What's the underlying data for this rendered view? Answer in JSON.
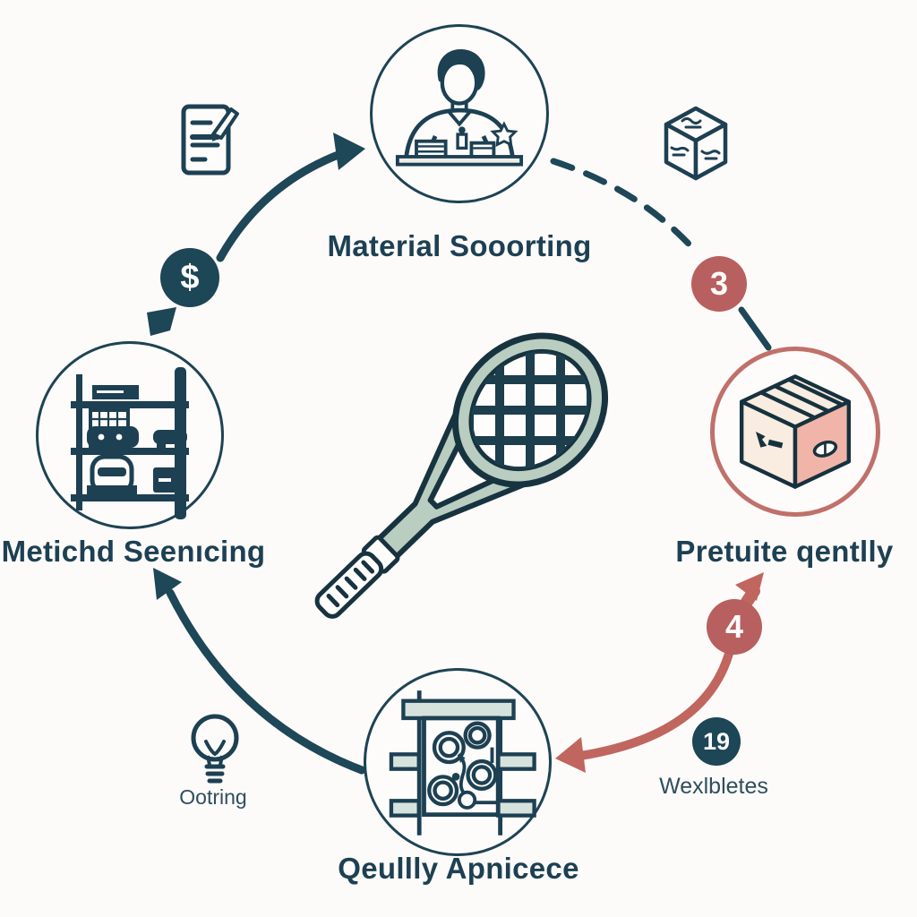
{
  "diagram": {
    "type": "circular-process",
    "center_illustration": "tennis-racket",
    "nodes": [
      {
        "label": "Material Sooorting",
        "icon": "person-sorting-desk-icon",
        "position": "top"
      },
      {
        "label": "Pretuite qentlly",
        "icon": "shipping-box-icon",
        "position": "right"
      },
      {
        "label": "Qeullly Apnicece",
        "icon": "stringing-machine-icon",
        "position": "bottom"
      },
      {
        "label": "Metichd Seenıcing",
        "icon": "storage-shelf-icon",
        "position": "left"
      }
    ],
    "badges": [
      {
        "text": "$",
        "style": "dark"
      },
      {
        "text": "3",
        "style": "red"
      },
      {
        "text": "4",
        "style": "red"
      },
      {
        "text": "19",
        "style": "dark"
      }
    ],
    "captions": [
      {
        "text": "Ootring"
      },
      {
        "text": "Wexlbletes"
      }
    ],
    "decor_icons": [
      "document-pencil-icon",
      "package-cube-icon",
      "lightbulb-icon"
    ],
    "colors": {
      "dark_teal": "#1d4656",
      "text": "#1d4053",
      "red_badge": "#b85f5f",
      "red_arrow": "#c0665f",
      "red_ring": "#c0706a",
      "sage": "#b9cdc1",
      "pink": "#f0b5a8",
      "cream": "#f9ece0",
      "light_teal": "#d6e3dd",
      "background": "#fcfbf9"
    }
  }
}
